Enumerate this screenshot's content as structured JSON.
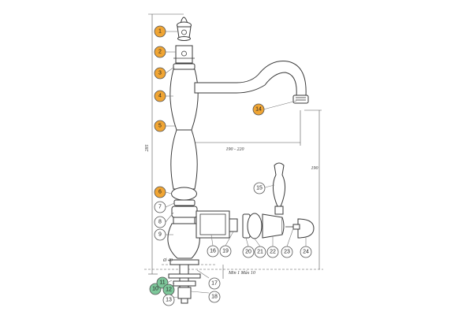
{
  "colors": {
    "highlight_orange": "#F0A534",
    "highlight_green": "#7DC79A",
    "plain": "#FFFFFF",
    "line": "#3A3A3A"
  },
  "callouts": [
    {
      "label": "1",
      "style": "orange"
    },
    {
      "label": "2",
      "style": "orange"
    },
    {
      "label": "3",
      "style": "orange"
    },
    {
      "label": "4",
      "style": "orange"
    },
    {
      "label": "5",
      "style": "orange"
    },
    {
      "label": "6",
      "style": "orange"
    },
    {
      "label": "7",
      "style": "plain"
    },
    {
      "label": "8",
      "style": "plain"
    },
    {
      "label": "9",
      "style": "plain"
    },
    {
      "label": "10",
      "style": "green"
    },
    {
      "label": "11",
      "style": "green"
    },
    {
      "label": "12",
      "style": "green"
    },
    {
      "label": "13",
      "style": "plain"
    },
    {
      "label": "14",
      "style": "orange"
    },
    {
      "label": "15",
      "style": "plain"
    },
    {
      "label": "16",
      "style": "plain"
    },
    {
      "label": "17",
      "style": "plain"
    },
    {
      "label": "18",
      "style": "plain"
    },
    {
      "label": "19",
      "style": "plain"
    },
    {
      "label": "20",
      "style": "plain"
    },
    {
      "label": "21",
      "style": "plain"
    },
    {
      "label": "22",
      "style": "plain"
    },
    {
      "label": "23",
      "style": "plain"
    },
    {
      "label": "24",
      "style": "plain"
    }
  ],
  "dimensions": {
    "overall_height": "285",
    "spout_reach": "190 - 220",
    "spout_height": "190",
    "hole_diameter": "Ø 49",
    "deck_thickness": "Min 1 Máx 10"
  }
}
